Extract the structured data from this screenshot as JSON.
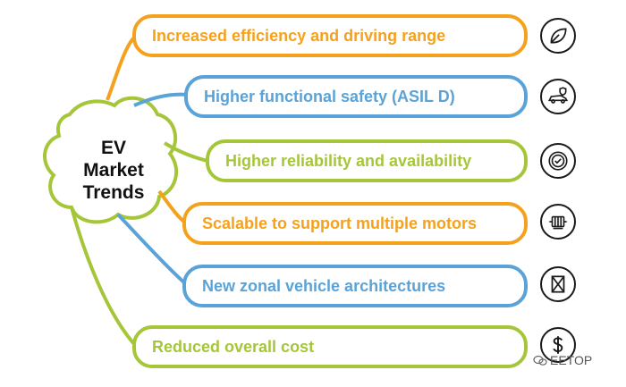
{
  "hub": {
    "lines": [
      "EV",
      "Market",
      "Trends"
    ]
  },
  "trends": [
    {
      "label": "Increased efficiency and driving range",
      "color": "#F4A21E",
      "icon": "leaf-icon"
    },
    {
      "label": "Higher functional safety (ASIL D)",
      "color": "#5AA3D8",
      "icon": "car-shield-icon"
    },
    {
      "label": "Higher reliability and availability",
      "color": "#A6C63A",
      "icon": "badge-check-icon"
    },
    {
      "label": "Scalable to support multiple motors",
      "color": "#F4A21E",
      "icon": "motor-icon"
    },
    {
      "label": "New zonal vehicle architectures",
      "color": "#5AA3D8",
      "icon": "architecture-icon"
    },
    {
      "label": "Reduced overall cost",
      "color": "#A6C63A",
      "icon": "dollar-icon"
    }
  ],
  "watermark": {
    "text": "EETOP",
    "icon": "wechat-icon"
  }
}
